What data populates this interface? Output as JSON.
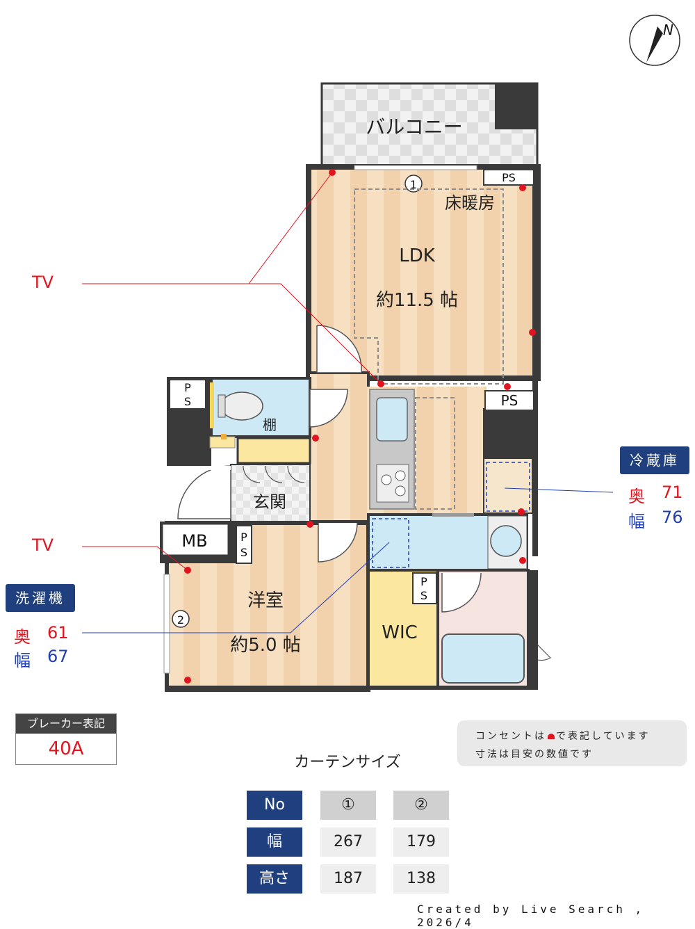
{
  "rooms": {
    "balcony": "バルコニー",
    "floor_heating": "床暖房",
    "ldk": "LDK",
    "ldk_size": "約11.5 帖",
    "western": "洋室",
    "western_size": "約5.0 帖",
    "wic": "WIC",
    "entrance": "玄関",
    "shelf": "棚",
    "mb": "MB",
    "ps": "PS",
    "ps_vertical_p": "P",
    "ps_vertical_s": "S"
  },
  "markers": {
    "window1": "1",
    "window2": "2"
  },
  "tv_labels": [
    "TV",
    "TV"
  ],
  "fridge": {
    "title": "冷蔵庫",
    "depth_label": "奥",
    "depth": "71",
    "width_label": "幅",
    "width": "76"
  },
  "washer": {
    "title": "洗濯機",
    "depth_label": "奥",
    "depth": "61",
    "width_label": "幅",
    "width": "67"
  },
  "breaker": {
    "title": "ブレーカー表記",
    "value": "40A"
  },
  "note": {
    "line1_pre": "コンセントは",
    "line1_post": "で表記しています",
    "line2": "寸法は目安の数値です"
  },
  "curtain": {
    "title": "カーテンサイズ",
    "header": [
      "No",
      "①",
      "②"
    ],
    "rows": [
      {
        "label": "幅",
        "values": [
          "267",
          "179"
        ]
      },
      {
        "label": "高さ",
        "values": [
          "187",
          "138"
        ]
      }
    ]
  },
  "compass": {
    "letter": "N"
  },
  "credit": "Created by Live Search , 2026/4",
  "colors": {
    "wall": "#3a3a3a",
    "floor": "#f5dcbc",
    "water": "#cde9f5",
    "wic": "#fbe7a0",
    "outlet": "#e0141e",
    "tag": "#1f3f7e"
  }
}
